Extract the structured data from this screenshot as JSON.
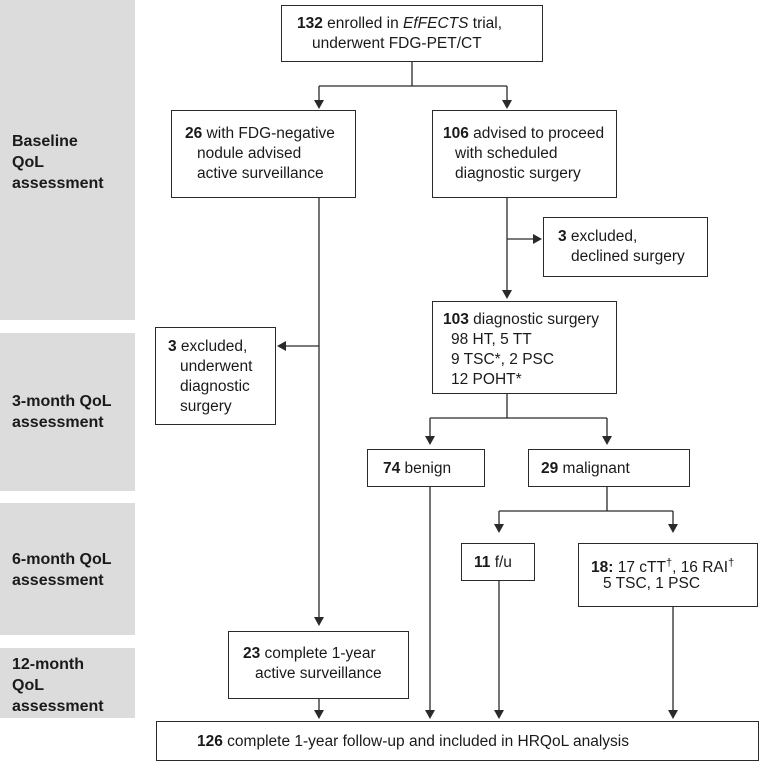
{
  "stages": [
    {
      "id": "baseline",
      "lines": [
        "Baseline",
        "QoL",
        "assessment"
      ]
    },
    {
      "id": "3month",
      "lines": [
        "3-month QoL",
        "assessment"
      ]
    },
    {
      "id": "6month",
      "lines": [
        "6-month QoL",
        "assessment"
      ]
    },
    {
      "id": "12month",
      "lines": [
        "12-month",
        "QoL",
        "assessment"
      ]
    }
  ],
  "boxes": {
    "enrolled": {
      "n": "132",
      "l1_pre": " enrolled in ",
      "l1_em": "EfFECTS",
      "l1_post": " trial,",
      "l2": "underwent FDG-PET/CT"
    },
    "fdg_negative": {
      "n": "26",
      "l1": " with FDG-negative",
      "l2": "nodule advised",
      "l3": "active surveillance"
    },
    "advised_surgery": {
      "n": "106",
      "l1": " advised to proceed",
      "l2": "with scheduled",
      "l3": "diagnostic surgery"
    },
    "excluded_declined": {
      "n": "3",
      "l1": " excluded,",
      "l2": "declined surgery"
    },
    "diagnostic_surgery": {
      "n": "103",
      "l1": " diagnostic surgery",
      "l2": "98 HT, 5 TT",
      "l3": "9 TSC*, 2 PSC",
      "l4": "12 POHT*"
    },
    "excluded_underwent": {
      "n": "3",
      "l1": " excluded,",
      "l2": "underwent",
      "l3": "diagnostic",
      "l4": "surgery"
    },
    "benign": {
      "n": "74",
      "l1": " benign"
    },
    "malignant": {
      "n": "29",
      "l1": " malignant"
    },
    "followup": {
      "n": "11",
      "l1": " f/u"
    },
    "treatment": {
      "n": "18:",
      "l1": " 17 cTT",
      "d1": "†",
      "l1b": ", 16 RAI",
      "d2": "†",
      "l2": "5 TSC, 1 PSC"
    },
    "surveillance_complete": {
      "n": "23",
      "l1": " complete 1-year",
      "l2": "active surveillance"
    },
    "final": {
      "n": "126",
      "l1": " complete 1-year follow-up and included in HRQoL analysis"
    }
  }
}
